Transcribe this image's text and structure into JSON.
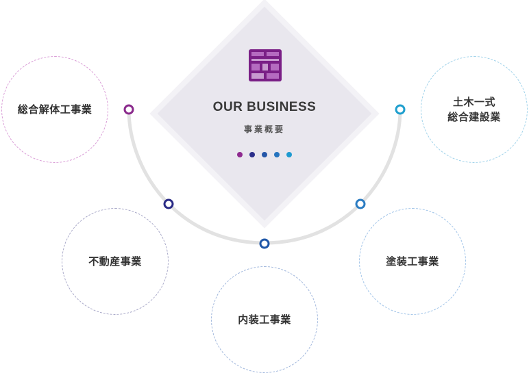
{
  "center": {
    "title": "OUR BUSINESS",
    "subtitle": "事業概要",
    "dot_colors": [
      "#8e2a8f",
      "#2b2f8a",
      "#2456a8",
      "#2574bf",
      "#1e9ad0"
    ]
  },
  "services": [
    {
      "label": "総合解体工事業",
      "border": "#d99bd6",
      "node": "#8a2a8c"
    },
    {
      "label": "不動産事業",
      "border": "#a8a8c8",
      "node": "#2a2b86"
    },
    {
      "label": "内装工事業",
      "border": "#9fb6dc",
      "node": "#1f57a8"
    },
    {
      "label": "塗装工事業",
      "border": "#9fc3e8",
      "node": "#2b7cc2"
    },
    {
      "label": "土木一式\n総合建設業",
      "border": "#9fd2ea",
      "node": "#1f9fce"
    }
  ],
  "colors": {
    "diamond_fill": "#e9e7ee",
    "diamond_border": "#f3f2f6",
    "arc": "#e2e2e2",
    "logo": "#7a1f86"
  }
}
